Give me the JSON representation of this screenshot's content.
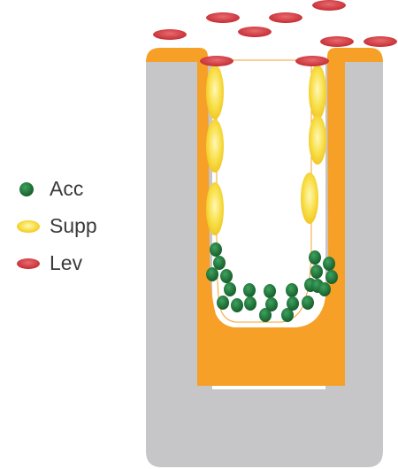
{
  "legend": [
    {
      "label": "Acc",
      "symbol": "green-dot"
    },
    {
      "label": "Supp",
      "symbol": "yellow-ellipse"
    },
    {
      "label": "Lev",
      "symbol": "red-ellipse"
    }
  ],
  "colors": {
    "substrate": "#c6c6c8",
    "liner": "#f6a028",
    "accelerator": "#1f7a3a",
    "suppressor": "#f8e04a",
    "leveler": "#d0393f",
    "background": "#ffffff"
  }
}
